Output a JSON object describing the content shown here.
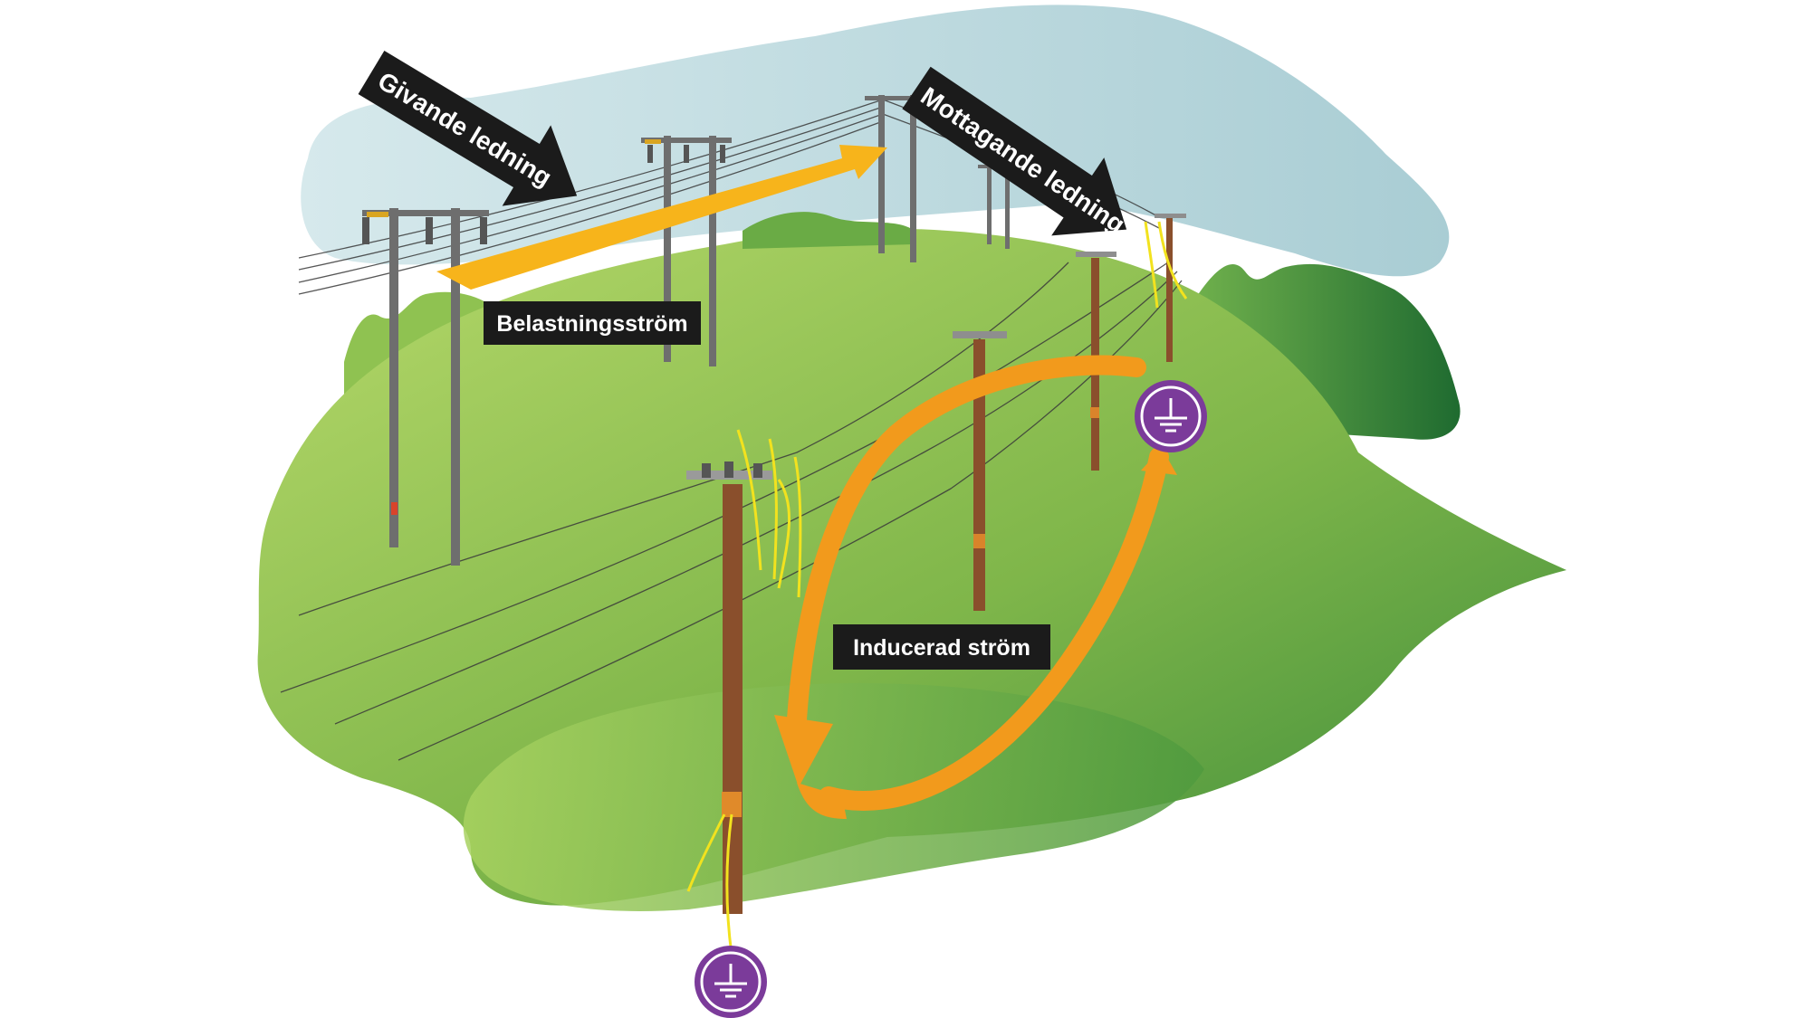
{
  "labels": {
    "givande": "Givande ledning",
    "mottagande": "Mottagande ledning",
    "belastning": "Belastningsström",
    "inducerad": "Inducerad ström"
  },
  "colors": {
    "sky": "#c5dfe4",
    "hill_light": "#a9cf5e",
    "hill_dark": "#3f8c3a",
    "hill_back": "#2e7a36",
    "pole_grey": "#6e6e6e",
    "pole_wood": "#8a4f2c",
    "load_arrow": "#f7b41b",
    "induced_arrow": "#f29a1c",
    "label_bg": "#1b1b1b",
    "ground_symbol": "#7b3b9a",
    "earthing_cable": "#f2e21e"
  },
  "icons": [
    "ground-symbol-icon",
    "ground-symbol-icon"
  ]
}
